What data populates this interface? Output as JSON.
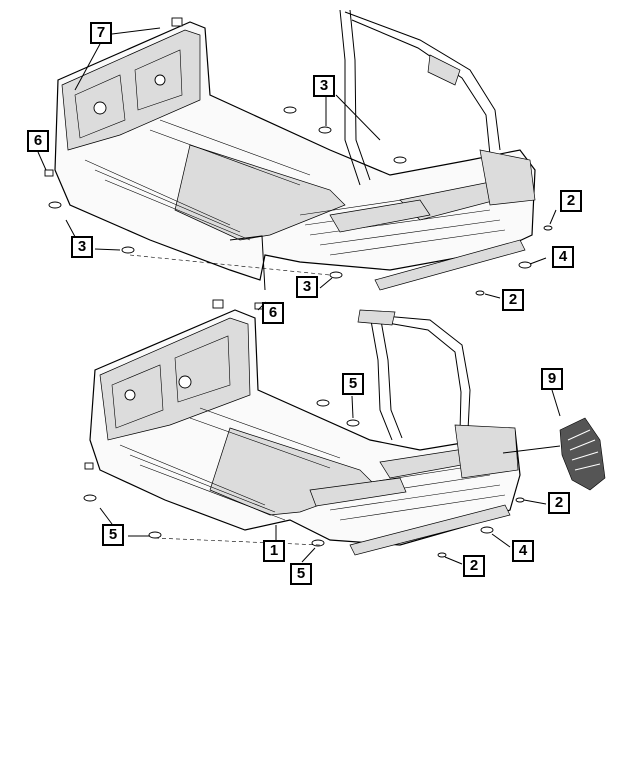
{
  "callouts": {
    "top": [
      "7",
      "3",
      "6",
      "3",
      "3",
      "2",
      "4",
      "2"
    ],
    "bottom": [
      "6",
      "5",
      "9",
      "5",
      "2",
      "1",
      "5",
      "4",
      "2"
    ]
  }
}
